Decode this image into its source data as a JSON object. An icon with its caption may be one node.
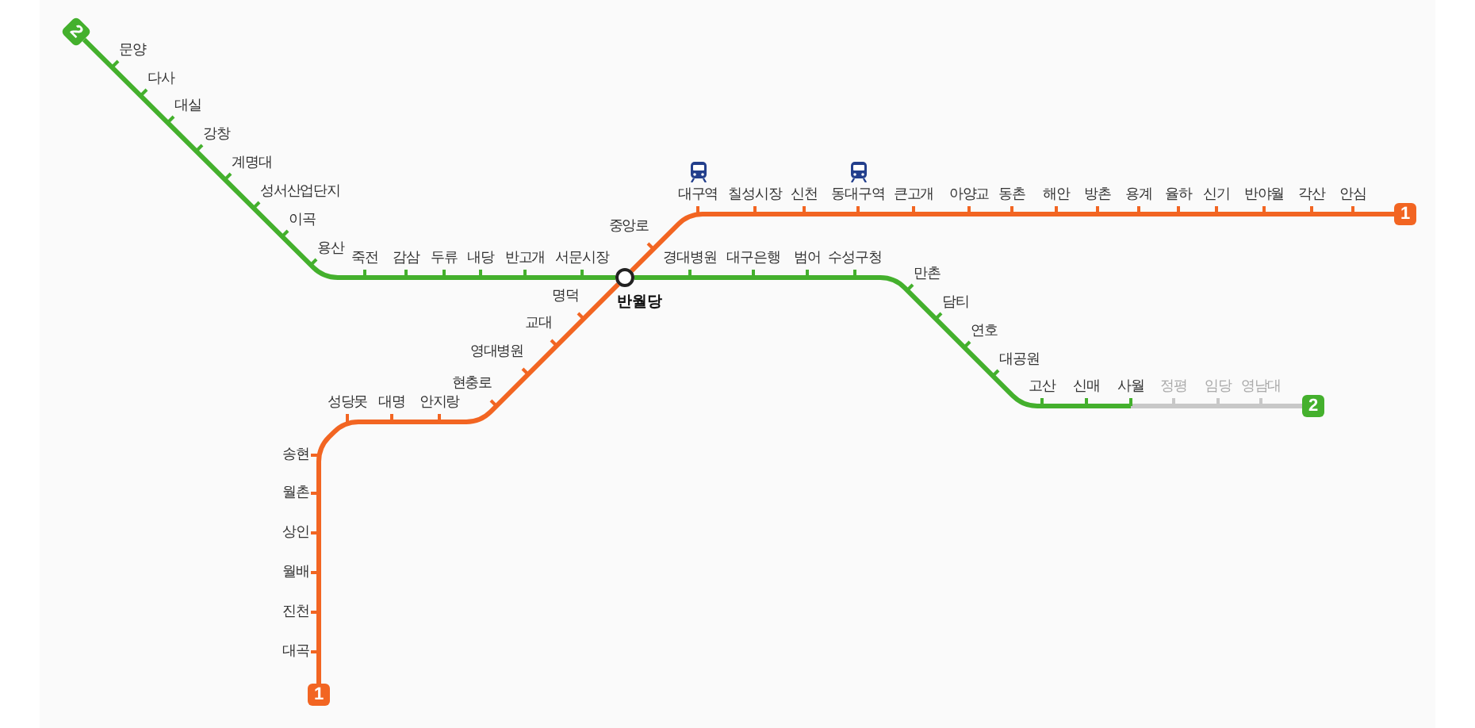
{
  "diagram": {
    "nodes": [
      {
        "text": [
          "2"
        ]
      },
      {
        "text": [
          "1"
        ]
      },
      {
        "text": [],
        "shape": "circle",
        "beside": [
          "반월당"
        ]
      },
      {
        "text": [
          "2"
        ]
      },
      {
        "text": [
          "1"
        ]
      }
    ],
    "edges": [
      {
        "from": 0,
        "to": 2,
        "arrow": "none",
        "color": "#44b02d"
      },
      {
        "from": 2,
        "to": null,
        "arrow": "none",
        "color": "#44b02d"
      },
      {
        "from": null,
        "to": 3,
        "arrow": "none",
        "color": "#c8c8c8"
      },
      {
        "from": 4,
        "to": 2,
        "arrow": "none",
        "color": "#f26522"
      },
      {
        "from": 2,
        "to": 1,
        "arrow": "none",
        "color": "#f26522"
      }
    ],
    "labels": [
      "문양",
      "다사",
      "대실",
      "강창",
      "계명대",
      "성서산업단지",
      "이곡",
      "용산",
      "죽전",
      "감삼",
      "두류",
      "내당",
      "반고개",
      "서문시장",
      "경대병원",
      "대구은행",
      "범어",
      "수성구청",
      "만촌",
      "담티",
      "연호",
      "대공원",
      "고산",
      "신매",
      "사월",
      "정평",
      "임당",
      "영남대",
      "대곡",
      "진천",
      "월배",
      "상인",
      "월촌",
      "송현",
      "성당못",
      "대명",
      "안지랑",
      "현충로",
      "영대병원",
      "교대",
      "명덕",
      "중앙로",
      "대구역",
      "칠성시장",
      "신천",
      "동대구역",
      "큰고개",
      "아양교",
      "동촌",
      "해안",
      "방촌",
      "용계",
      "율하",
      "신기",
      "반야월",
      "각산",
      "안심"
    ]
  }
}
